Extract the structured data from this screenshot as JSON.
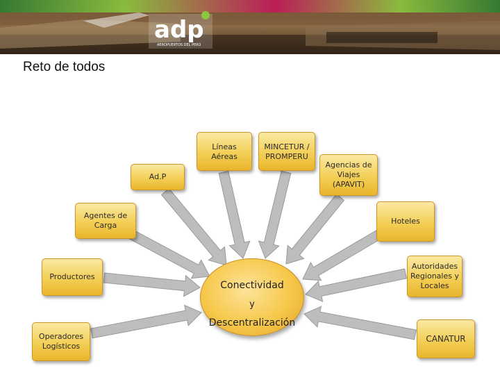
{
  "banner": {
    "logo_text": "adp",
    "logo_subtext": "AEROPUERTOS DEL PERÚ"
  },
  "title": "Reto de todos",
  "center": {
    "line1": "Conectividad",
    "line2": "y",
    "line3": "Descentralización"
  },
  "nodes": [
    {
      "id": "lineas-aereas",
      "label": "Líneas Aéreas"
    },
    {
      "id": "mincetur",
      "label": "MINCETUR / PROMPERU"
    },
    {
      "id": "agencias",
      "label": "Agencias de Viajes (APAVIT)"
    },
    {
      "id": "adp",
      "label": "Ad.P"
    },
    {
      "id": "agentes-carga",
      "label": "Agentes de Carga"
    },
    {
      "id": "hoteles",
      "label": "Hoteles"
    },
    {
      "id": "productores",
      "label": "Productores"
    },
    {
      "id": "autoridades",
      "label": "Autoridades Regionales y Locales"
    },
    {
      "id": "operadores",
      "label": "Operadores Logísticos"
    },
    {
      "id": "canatur",
      "label": "CANATUR"
    }
  ],
  "colors": {
    "box_fill": "#f3cf56",
    "arrow_fill": "#bdbdbd",
    "banner_green": "#8dc63f",
    "banner_magenta": "#c2185b"
  }
}
